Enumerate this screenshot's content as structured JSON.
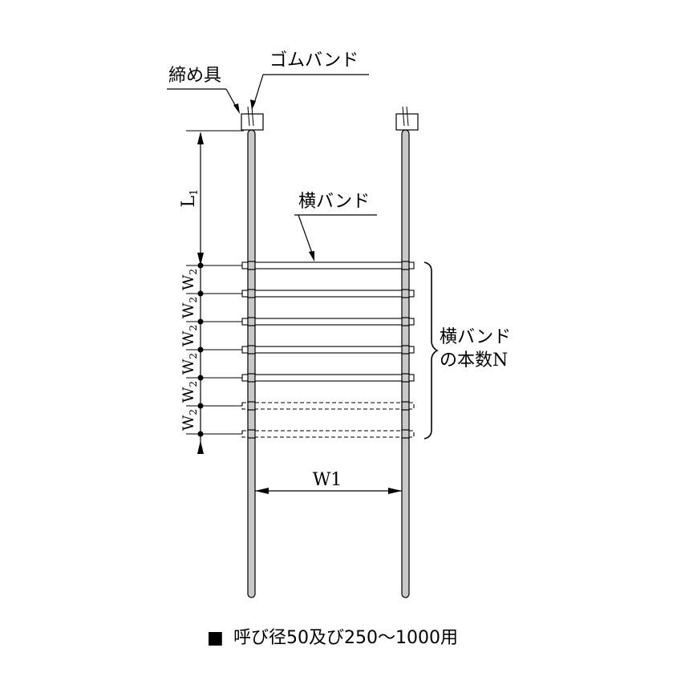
{
  "labels": {
    "fastener": "締め具",
    "rubber_band": "ゴムバンド",
    "horizontal_band": "横バンド",
    "band_count_line1": "横バンド",
    "band_count_line2": "の本数N",
    "l1_main": "L",
    "l1_sub": "1",
    "w2_main": "W",
    "w2_sub": "2",
    "w1": "W1"
  },
  "caption": {
    "marker": "■",
    "text": "呼び径50及び250～1000用"
  },
  "bands": [
    {
      "style": "solid"
    },
    {
      "style": "solid"
    },
    {
      "style": "solid"
    },
    {
      "style": "solid"
    },
    {
      "style": "solid"
    },
    {
      "style": "dashed"
    },
    {
      "style": "dashed"
    }
  ],
  "colors": {
    "rod_fill": "#c8c8c8",
    "line": "#000000"
  }
}
